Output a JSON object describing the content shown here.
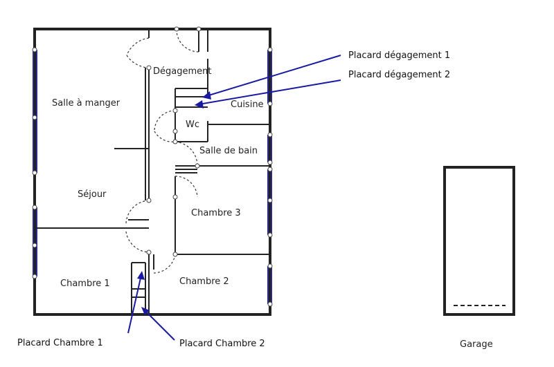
{
  "rooms": {
    "degagement": "Dégagement",
    "salle_a_manger": "Salle à manger",
    "cuisine": "Cuisine",
    "wc": "Wc",
    "salle_de_bain": "Salle de bain",
    "sejour": "Séjour",
    "chambre3": "Chambre 3",
    "chambre1": "Chambre 1",
    "chambre2": "Chambre 2",
    "garage": "Garage"
  },
  "callouts": {
    "placard_degagement_1": "Placard dégagement  1",
    "placard_degagement_2": "Placard dégagement  2",
    "placard_chambre_1": "Placard Chambre  1",
    "placard_chambre_2": "Placard Chambre  2"
  },
  "colors": {
    "wall": "#222222",
    "window": "#2a2a8a",
    "arrow": "#1a1aa0"
  }
}
